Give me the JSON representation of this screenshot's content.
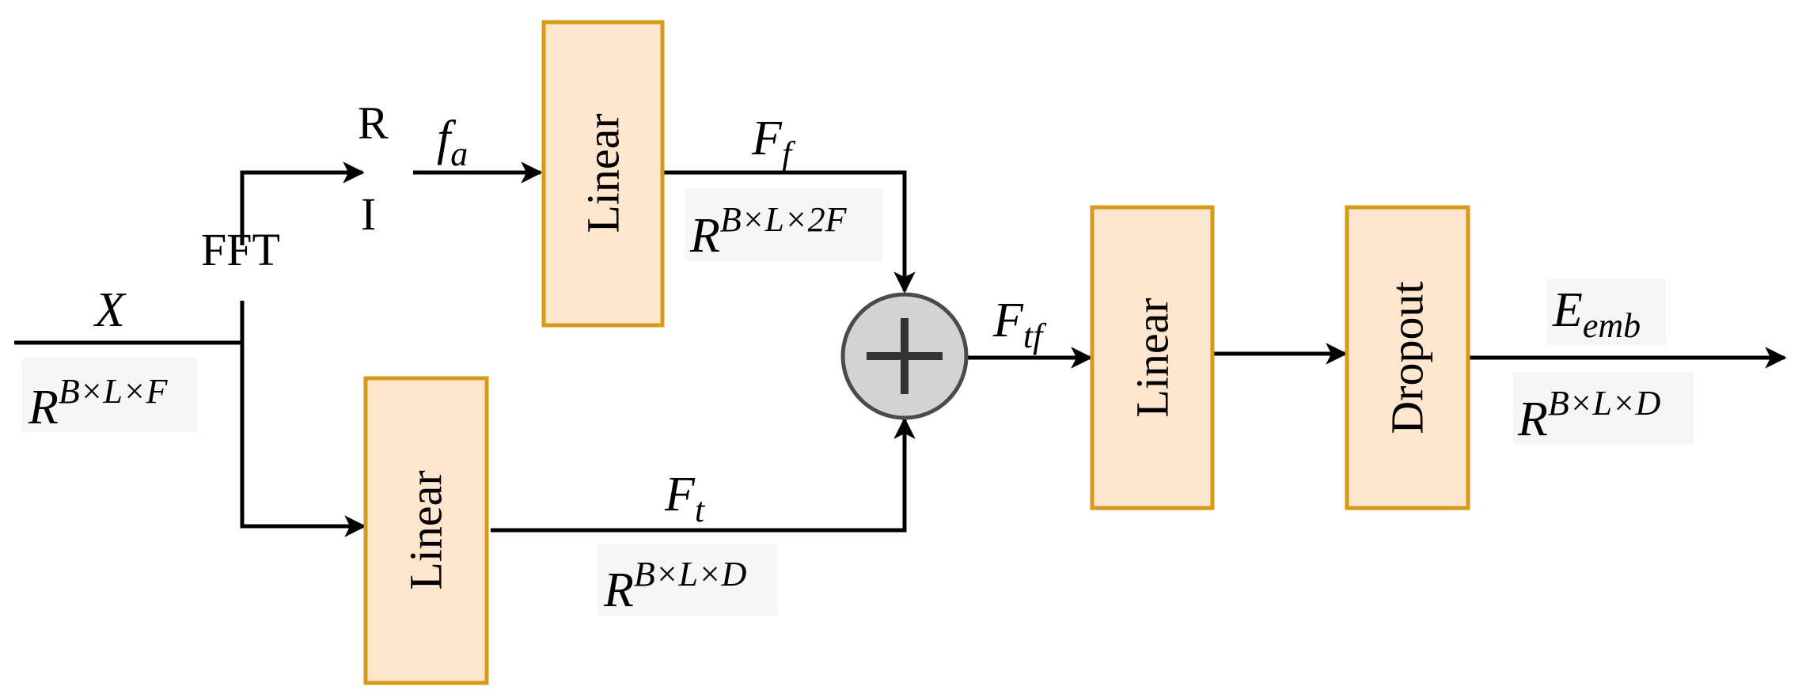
{
  "colors": {
    "block_fill": "#fde6cd",
    "block_stroke": "#d69a18",
    "adder_fill": "#d3d3d3",
    "line": "#000000"
  },
  "input": {
    "symbol": "X",
    "shape_base": "R",
    "shape_sup": "B×L×F"
  },
  "fft": {
    "label": "FFT",
    "real_label": "R",
    "imag_label": "I"
  },
  "freq_branch": {
    "input_symbol": "f",
    "input_sub": "a",
    "block_label": "Linear",
    "output_symbol": "F",
    "output_sub": "f",
    "shape_base": "R",
    "shape_sup": "B×L×2F"
  },
  "time_branch": {
    "block_label": "Linear",
    "output_symbol": "F",
    "output_sub": "t",
    "shape_base": "R",
    "shape_sup": "B×L×D"
  },
  "adder": {
    "icon": "plus-icon",
    "output_symbol": "F",
    "output_sub": "tf"
  },
  "projection": {
    "block_label": "Linear"
  },
  "dropout": {
    "block_label": "Dropout"
  },
  "output": {
    "symbol": "E",
    "sub": "emb",
    "shape_base": "R",
    "shape_sup": "B×L×D"
  }
}
